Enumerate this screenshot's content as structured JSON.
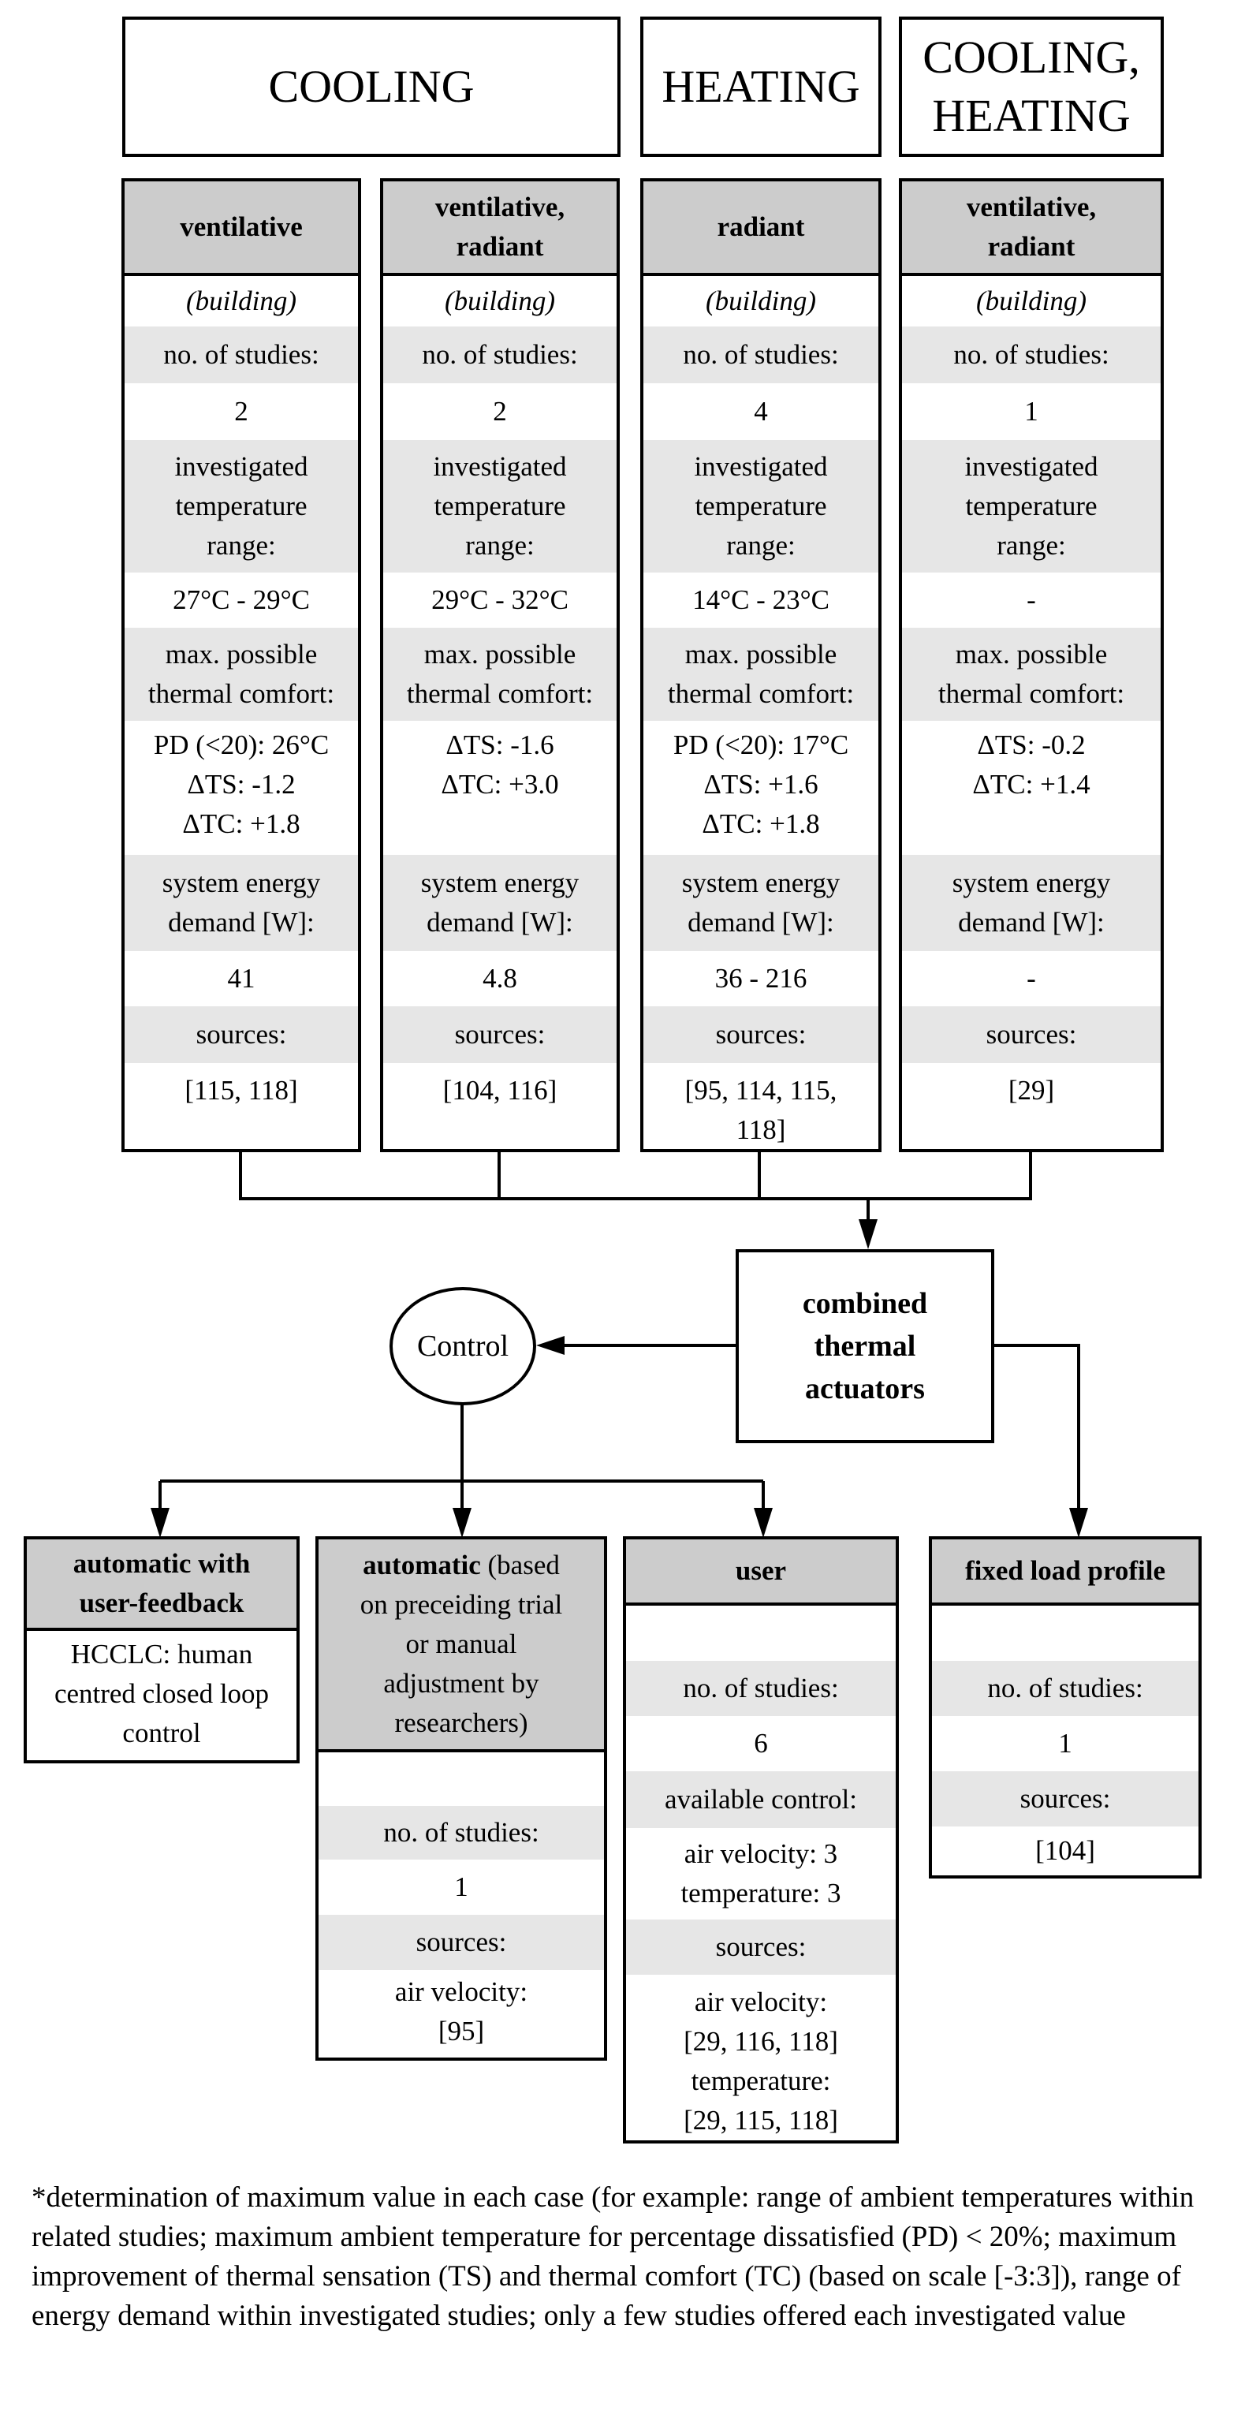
{
  "headers": {
    "cooling": "COOLING",
    "heating": "HEATING",
    "cooling_heating": "COOLING,\nHEATING"
  },
  "columns": [
    {
      "title": "ventilative",
      "scope": "(building)",
      "studies_label": "no. of studies:",
      "studies": "2",
      "range_label": "investigated\ntemperature\nrange:",
      "range": "27°C - 29°C",
      "comfort_label": "max. possible\nthermal comfort:",
      "comfort": "PD (<20): 26°C\nΔTS: -1.2\nΔTC: +1.8",
      "energy_label": "system energy\ndemand [W]:",
      "energy": "41",
      "sources_label": "sources:",
      "sources": "[115, 118]"
    },
    {
      "title": "ventilative,\nradiant",
      "scope": "(building)",
      "studies_label": "no. of studies:",
      "studies": "2",
      "range_label": "investigated\ntemperature\nrange:",
      "range": "29°C - 32°C",
      "comfort_label": "max. possible\nthermal comfort:",
      "comfort": "ΔTS: -1.6\nΔTC: +3.0",
      "energy_label": "system energy\ndemand [W]:",
      "energy": "4.8",
      "sources_label": "sources:",
      "sources": "[104, 116]"
    },
    {
      "title": "radiant",
      "scope": "(building)",
      "studies_label": "no. of studies:",
      "studies": "4",
      "range_label": "investigated\ntemperature\nrange:",
      "range": "14°C - 23°C",
      "comfort_label": "max. possible\nthermal comfort:",
      "comfort": "PD (<20): 17°C\nΔTS: +1.6\nΔTC: +1.8",
      "energy_label": "system energy\ndemand [W]:",
      "energy": "36 - 216",
      "sources_label": "sources:",
      "sources": "[95, 114, 115,\n118]"
    },
    {
      "title": "ventilative,\nradiant",
      "scope": "(building)",
      "studies_label": "no. of studies:",
      "studies": "1",
      "range_label": "investigated\ntemperature\nrange:",
      "range": "-",
      "comfort_label": "max. possible\nthermal comfort:",
      "comfort": "ΔTS: -0.2\nΔTC: +1.4",
      "energy_label": "system energy\ndemand [W]:",
      "energy": "-",
      "sources_label": "sources:",
      "sources": "[29]"
    }
  ],
  "combined": "combined\nthermal\nactuators",
  "control": "Control",
  "auto_feedback": {
    "title": "automatic with\nuser-feedback",
    "body": "HCCLC: human\ncentred closed loop\ncontrol"
  },
  "automatic": {
    "title_bold": "automatic",
    "title_rest": " (based\non preceiding trial\nor manual\nadjustment by\nresearchers)",
    "studies_label": "no. of studies:",
    "studies": "1",
    "sources_label": "sources:",
    "sources": "air velocity:\n[95]"
  },
  "user": {
    "title": "user",
    "studies_label": "no. of studies:",
    "studies": "6",
    "control_label": "available control:",
    "control": "air velocity: 3\ntemperature: 3",
    "sources_label": "sources:",
    "sources_a_label": "air velocity:",
    "sources_a": "[29, 116, 118]",
    "sources_b_label": "temperature:",
    "sources_b": "[29, 115, 118]"
  },
  "fixed": {
    "title": "fixed load profile",
    "studies_label": "no. of studies:",
    "studies": "1",
    "sources_label": "sources:",
    "sources": "[104]"
  },
  "footnote": "*determination of maximum value in each case (for example: range of ambient temperatures within related studies; maximum ambient temperature for percentage dissatisfied (PD) < 20%; maximum improvement of thermal sensation (TS) and thermal comfort (TC) (based on scale [-3:3]), range of energy demand within investigated studies; only a few studies offered each investigated value"
}
